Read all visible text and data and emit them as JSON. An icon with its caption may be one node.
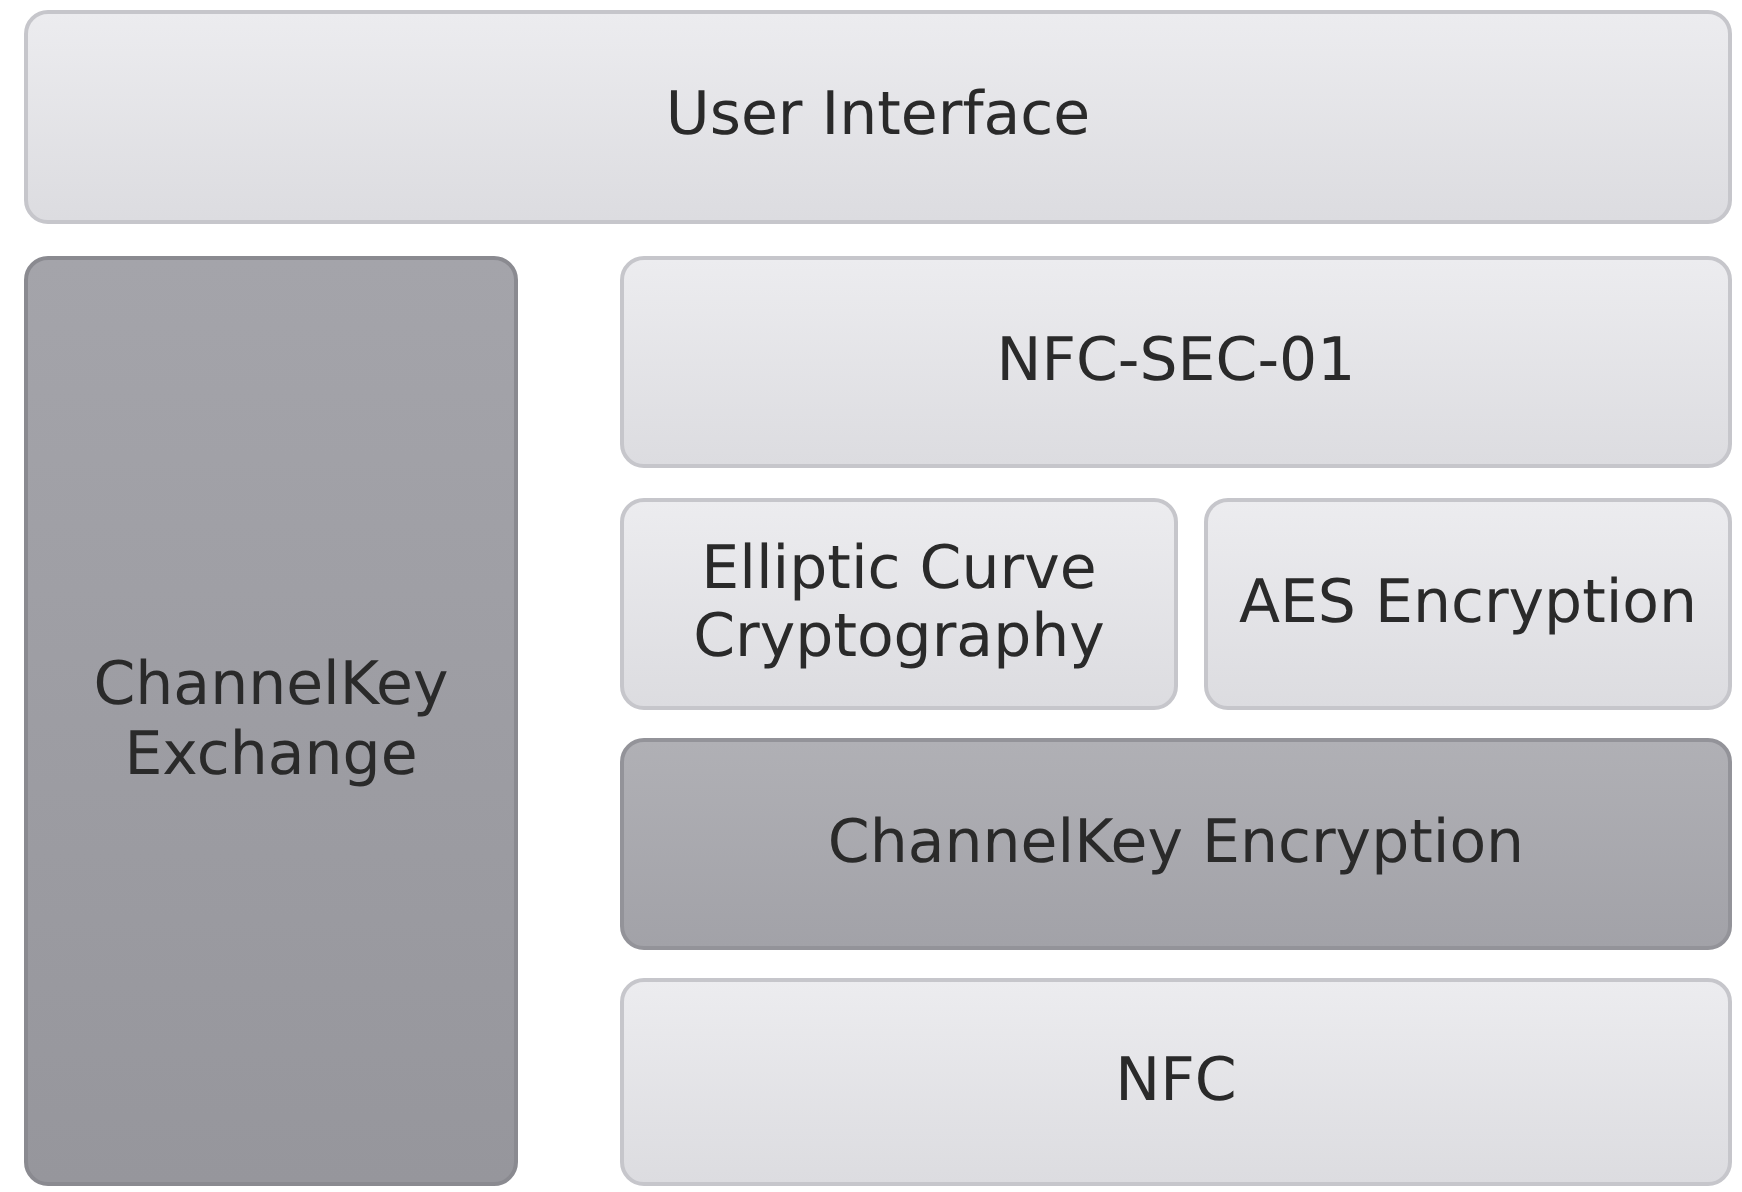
{
  "diagram": {
    "nodes": [
      {
        "text": [
          "User Interface"
        ]
      },
      {
        "text": [
          "ChannelKey Exchange"
        ]
      },
      {
        "text": [
          "NFC-SEC-01"
        ]
      },
      {
        "text": [
          "Elliptic Curve Cryptography"
        ]
      },
      {
        "text": [
          "AES Encryption"
        ]
      },
      {
        "text": [
          "ChannelKey Encryption"
        ]
      },
      {
        "text": [
          "NFC"
        ]
      }
    ]
  }
}
